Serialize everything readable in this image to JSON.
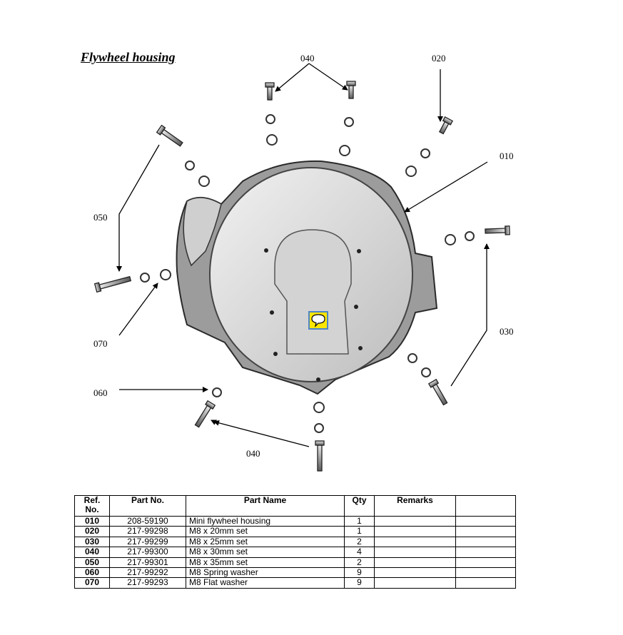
{
  "title": "Flywheel housing",
  "callouts": [
    {
      "id": "c040-top",
      "label": "040"
    },
    {
      "id": "c020",
      "label": "020"
    },
    {
      "id": "c010",
      "label": "010"
    },
    {
      "id": "c050",
      "label": "050"
    },
    {
      "id": "c030",
      "label": "030"
    },
    {
      "id": "c070",
      "label": "070"
    },
    {
      "id": "c060",
      "label": "060"
    },
    {
      "id": "c040-bottom",
      "label": "040"
    }
  ],
  "table": {
    "headers": [
      "Ref. No.",
      "Part No.",
      "Part Name",
      "Qty",
      "Remarks",
      ""
    ],
    "rows": [
      {
        "ref": "010",
        "part_no": "208-59190",
        "name": "Mini flywheel housing",
        "qty": "1",
        "remarks": ""
      },
      {
        "ref": "020",
        "part_no": "217-99298",
        "name": "M8 x 20mm set",
        "qty": "1",
        "remarks": ""
      },
      {
        "ref": "030",
        "part_no": "217-99299",
        "name": "M8 x 25mm set",
        "qty": "2",
        "remarks": ""
      },
      {
        "ref": "040",
        "part_no": "217-99300",
        "name": "M8 x 30mm set",
        "qty": "4",
        "remarks": ""
      },
      {
        "ref": "050",
        "part_no": "217-99301",
        "name": "M8 x 35mm set",
        "qty": "2",
        "remarks": ""
      },
      {
        "ref": "060",
        "part_no": "217-99292",
        "name": "M8 Spring washer",
        "qty": "9",
        "remarks": ""
      },
      {
        "ref": "070",
        "part_no": "217-99293",
        "name": "M8 Flat washer",
        "qty": "9",
        "remarks": ""
      }
    ]
  },
  "icons": {
    "comment": "speech-bubble-icon"
  },
  "colors": {
    "comment_fill": "#ffe600",
    "comment_border": "#4d86c8"
  }
}
